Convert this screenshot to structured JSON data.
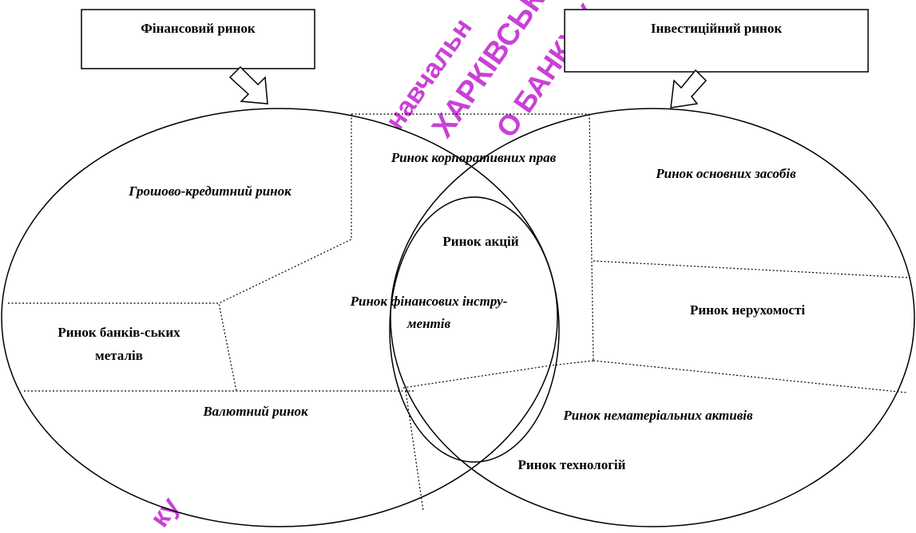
{
  "header_left": "Фінансовий ринок",
  "header_right": "Інвестиційний ринок",
  "segments": {
    "money_credit": "Грошово-кредитний ринок",
    "corporate_rights": "Ринок корпоративних прав",
    "shares": "Ринок акцій",
    "fin_instruments_line1": "Ринок фінансових інстру-",
    "fin_instruments_line2": "ментів",
    "precious_metals_line1": "Ринок банків-ських",
    "precious_metals_line2": "металів",
    "currency": "Валютний ринок",
    "fixed_assets": "Ринок основних засобів",
    "real_estate": "Ринок нерухомості",
    "intangible_assets": "Ринок нематеріальних активів",
    "technologies": "Ринок технологій"
  },
  "watermark": {
    "line1": "навчальн",
    "line2": "ХАРКІВСЬКОГ",
    "line3": "О БАНКУ У",
    "line4": "ку",
    "color": "#c020d0"
  },
  "colors": {
    "stroke": "#000000",
    "background": "#ffffff"
  }
}
